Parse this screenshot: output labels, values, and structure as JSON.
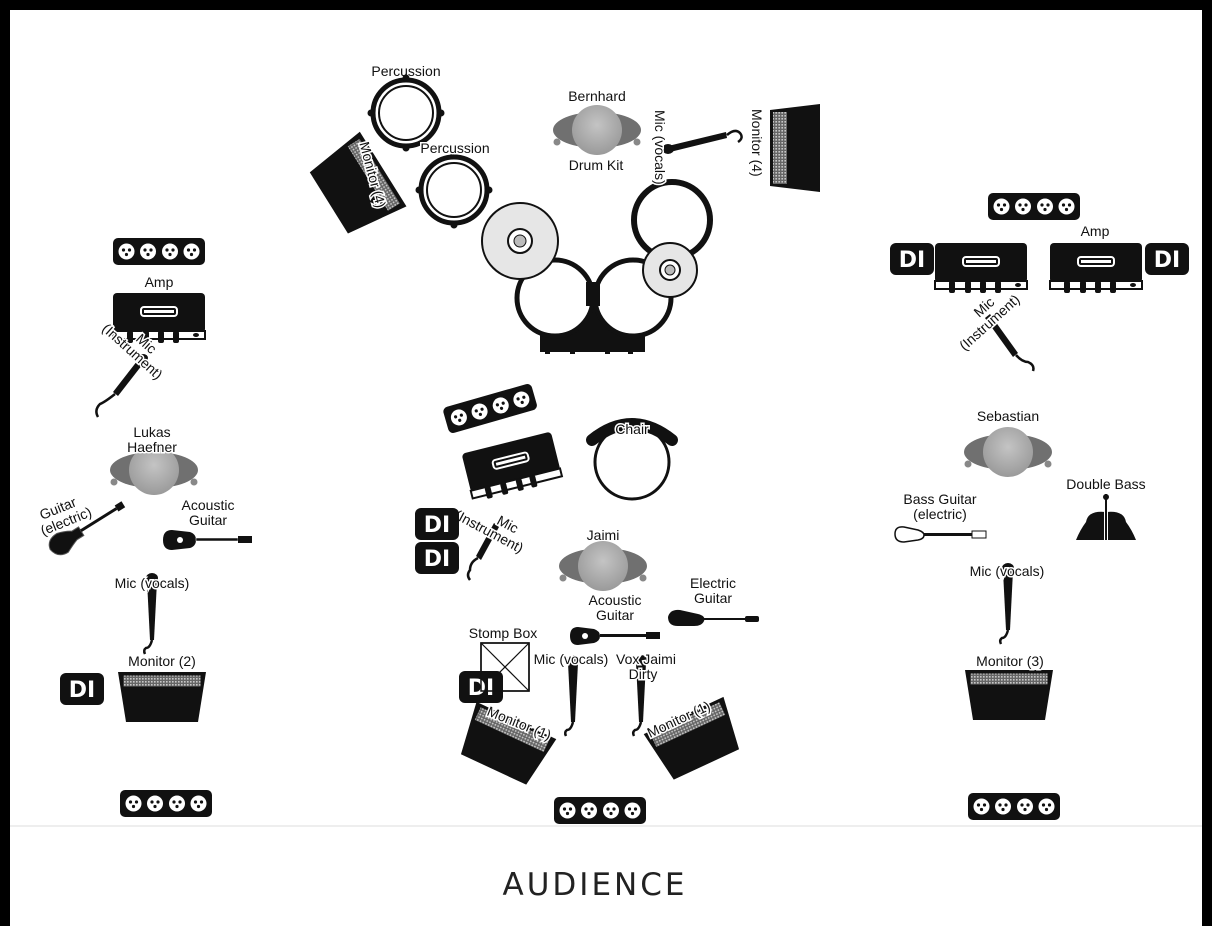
{
  "audience": "AUDIENCE",
  "people": {
    "drummer": "Bernhard",
    "left": "Lukas\nHaefner",
    "center": "Jaimi",
    "right": "Sebastian"
  },
  "labels": {
    "percussion": "Percussion",
    "drum_kit": "Drum Kit",
    "mic_vocals": "Mic (vocals)",
    "monitor_4": "Monitor (4)",
    "monitor_2": "Monitor (2)",
    "monitor_1": "Monitor (1)",
    "monitor_3": "Monitor (3)",
    "amp": "Amp",
    "mic_instrument": "Mic\n(Instrument)",
    "guitar_electric": "Guitar\n(electric)",
    "acoustic_guitar": "Acoustic\nGuitar",
    "chair": "Chair",
    "electric_guitar": "Electric\nGuitar",
    "stomp_box": "Stomp Box",
    "vox_jaimi_dirty": "Vox Jaimi\nDirty",
    "bass_guitar": "Bass Guitar\n(electric)",
    "double_bass": "Double Bass",
    "di": "DI"
  },
  "colors": {
    "ink": "#111111",
    "frame": "#000000",
    "grille": "#9a9a9a",
    "head": "#a8a8a8"
  }
}
